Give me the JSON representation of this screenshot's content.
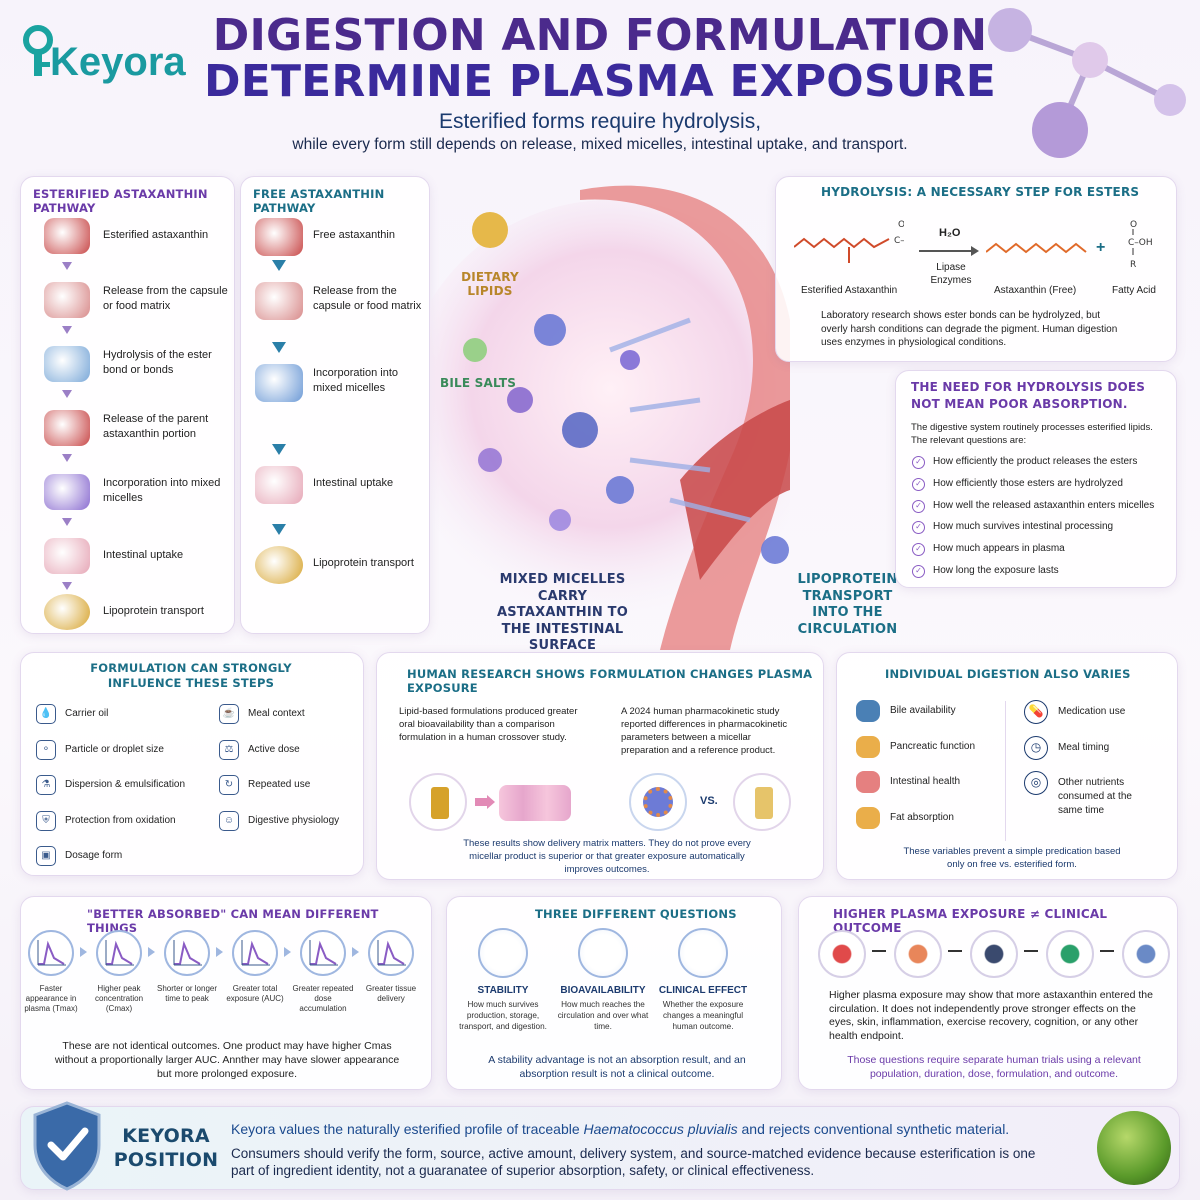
{
  "brand": {
    "name": "Keyora"
  },
  "header": {
    "title_line1": "DIGESTION AND FORMULATION",
    "title_line2": "DETERMINE PLASMA EXPOSURE",
    "subtitle_line1": "Esterified forms require hydrolysis,",
    "subtitle_line2": "while every form still depends on release, mixed micelles, intestinal uptake, and transport."
  },
  "esterified": {
    "title": "ESTERIFIED ASTAXANTHIN PATHWAY",
    "steps": [
      "Esterified astaxanthin",
      "Release from the capsule or food matrix",
      "Hydrolysis of the ester bond or bonds",
      "Release of the parent astaxanthin portion",
      "Incorporation into mixed micelles",
      "Intestinal uptake",
      "Lipoprotein transport"
    ]
  },
  "free": {
    "title": "FREE ASTAXANTHIN PATHWAY",
    "steps": [
      "Free astaxanthin",
      "Release from the capsule or food matrix",
      "Incorporation into mixed micelles",
      "Intestinal uptake",
      "Lipoprotein transport"
    ]
  },
  "center": {
    "dietary_lipids": "DIETARY LIPIDS",
    "bile_salts": "BILE SALTS",
    "micelles_caption": "MIXED MICELLES CARRY ASTAXANTHIN TO THE INTESTINAL SURFACE",
    "lipoprotein_caption": "LIPOPROTEIN TRANSPORT INTO THE CIRCULATION"
  },
  "hydrolysis": {
    "title": "HYDROLYSIS: A NECESSARY STEP FOR ESTERS",
    "water": "H₂O",
    "enzyme": "Lipase Enzymes",
    "ester_label": "Esterified Astaxanthin",
    "free_label": "Astaxanthin (Free)",
    "acid_label": "Fatty Acid",
    "plus": "+",
    "body": "Laboratory research shows ester bonds can be hydrolyzed, but overly harsh conditions can degrade the pigment. Human digestion uses enzymes in physiological conditions."
  },
  "need": {
    "title": "THE NEED FOR HYDROLYSIS DOES NOT MEAN POOR ABSORPTION.",
    "intro": "The digestive system routinely processes esterified lipids. The relevant questions are:",
    "questions": [
      "How efficiently the product releases the esters",
      "How efficiently those esters are hydrolyzed",
      "How well the released astaxanthin enters micelles",
      "How much survives intestinal processing",
      "How much appears in plasma",
      "How long the exposure lasts"
    ]
  },
  "formulation": {
    "title": "FORMULATION CAN STRONGLY INFLUENCE THESE STEPS",
    "left": [
      "Carrier oil",
      "Particle or droplet size",
      "Dispersion & emulsification",
      "Protection from oxidation",
      "Dosage form"
    ],
    "right": [
      "Meal context",
      "Active dose",
      "Repeated use",
      "Digestive physiology"
    ]
  },
  "human": {
    "title": "HUMAN RESEARCH SHOWS FORMULATION CHANGES PLASMA EXPOSURE",
    "left": "Lipid-based formulations produced greater oral bioavailability than a comparison formulation in a human crossover study.",
    "right": "A 2024 human pharmacokinetic study reported differences in pharmacokinetic parameters between a micellar preparation and a reference product.",
    "vs": "VS.",
    "footer": "These results show delivery matrix matters. They do not prove every micellar product is superior or that greater exposure automatically improves outcomes."
  },
  "individual": {
    "title": "INDIVIDUAL DIGESTION ALSO VARIES",
    "left": [
      "Bile availability",
      "Pancreatic function",
      "Intestinal health",
      "Fat absorption"
    ],
    "right": [
      "Medication use",
      "Meal timing",
      "Other nutrients consumed at the same time"
    ],
    "footer": "These variables prevent a simple predication based only on free vs. esterified form."
  },
  "better": {
    "title": "\"BETTER ABSORBED\" CAN MEAN DIFFERENT THINGS",
    "items": [
      "Faster appearance in plasma (Tmax)",
      "Higher peak concentration (Cmax)",
      "Shorter or longer time to peak",
      "Greater total exposure (AUC)",
      "Greater repeated dose accumulation",
      "Greater tissue delivery"
    ],
    "footer": "These are not identical outcomes. One product may have higher Cmas without a proportionally larger AUC. Annther may have slower appearance but more prolonged exposure."
  },
  "three": {
    "title": "THREE DIFFERENT QUESTIONS",
    "items": [
      {
        "label": "STABILITY",
        "desc": "How much survives production, storage, transport, and digestion."
      },
      {
        "label": "BIOAVAILABILITY",
        "desc": "How much reaches the circulation and over what time."
      },
      {
        "label": "CLINICAL EFFECT",
        "desc": "Whether the exposure changes a meaningful human outcome."
      }
    ],
    "footer": "A stability advantage is not an absorption result, and an absorption result is not a clinical outcome."
  },
  "higher": {
    "title": "HIGHER PLASMA EXPOSURE ≠ CLINICAL OUTCOME",
    "body": "Higher plasma exposure may show that more astaxanthin entered the circulation. It does not independently prove stronger effects on the eyes, skin, inflammation, exercise recovery, cognition, or any other health endpoint.",
    "footer": "Those questions require separate human trials using a relevant population, duration, dose, formulation, and outcome."
  },
  "position": {
    "label_line1": "KEYORA",
    "label_line2": "POSITION",
    "line1_pre": "Keyora values the naturally esterified profile of traceable ",
    "line1_italic": "Haematococcus pluvialis",
    "line1_post": " and rejects conventional synthetic material.",
    "line2": "Consumers should verify the form, source, active amount, delivery system, and source-matched evidence because esterification is one part of ingredient identity, not a guaranatee of superior absorption, safety, or clinical effectiveness."
  },
  "colors": {
    "title_purple": "#4b2a8c",
    "teal": "#1b6e86",
    "accent": "#8a5cc4"
  }
}
